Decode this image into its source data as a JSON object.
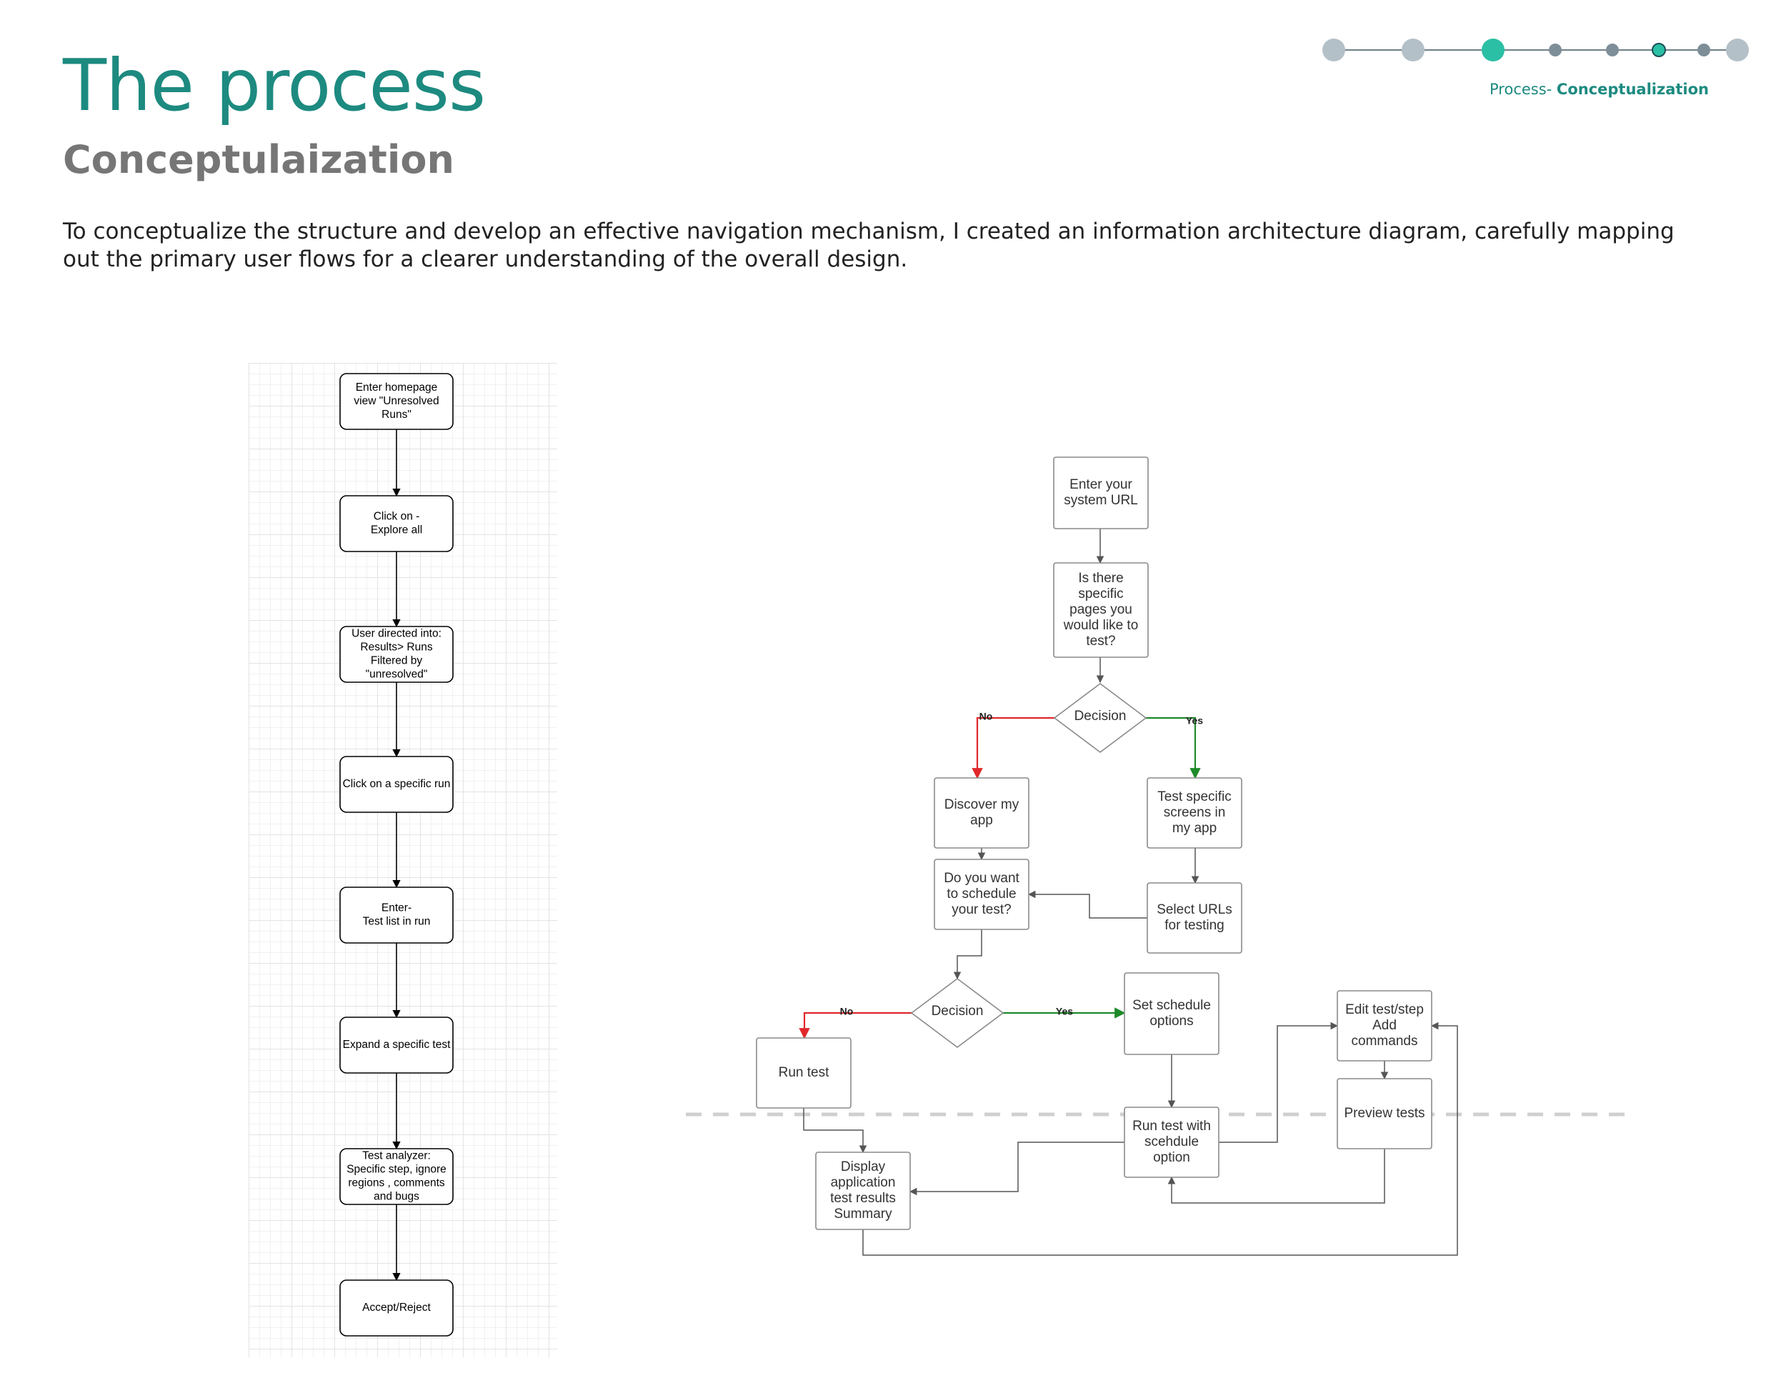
{
  "header": {
    "title": "The process",
    "subtitle": "Conceptulaization",
    "intro": "To conceptualize the structure and develop an effective navigation mechanism, I created an information architecture diagram, carefully mapping out the primary user flows for a clearer understanding of the overall design."
  },
  "progress": {
    "breadcrumb_prefix": "Process- ",
    "breadcrumb_current": "Conceptualization",
    "step_count": 8,
    "current_step": 3,
    "accent_color": "#2bbfa5",
    "inactive_color": "#b4c0c8"
  },
  "left_flow": {
    "nodes": [
      [
        "Enter homepage",
        "view \"Unresolved",
        "Runs\""
      ],
      [
        "Click on -",
        "Explore all"
      ],
      [
        "User directed into:",
        "Results> Runs",
        "Filtered by",
        "\"unresolved\""
      ],
      [
        "Click on a specific run"
      ],
      [
        "Enter-",
        "Test list in run"
      ],
      [
        "Expand a specific test"
      ],
      [
        "Test analyzer:",
        "Specific step, ignore",
        "regions , comments",
        "and bugs"
      ],
      [
        "Accept/Reject"
      ]
    ]
  },
  "right_flow": {
    "nodes": {
      "enter_url": [
        "Enter your",
        "system URL"
      ],
      "specific_pages": [
        "Is there",
        "specific",
        "pages you",
        "would like to",
        "test?"
      ],
      "decision1": [
        "Decision"
      ],
      "discover": [
        "Discover my",
        "app"
      ],
      "test_specific": [
        "Test specific",
        "screens in",
        "my app"
      ],
      "schedule_q": [
        "Do you want",
        "to schedule",
        "your test?"
      ],
      "select_urls": [
        "Select URLs",
        "for testing"
      ],
      "decision2": [
        "Decision"
      ],
      "set_schedule": [
        "Set schedule",
        "options"
      ],
      "edit": [
        "Edit  test/step",
        "Add",
        "commands"
      ],
      "run_test": [
        "Run test"
      ],
      "preview": [
        "Preview tests"
      ],
      "run_schedule": [
        "Run test with",
        "scehdule",
        "option"
      ],
      "display": [
        "Display",
        "application",
        "test results",
        "Summary"
      ]
    },
    "labels": {
      "no": "No",
      "yes": "Yes"
    },
    "colors": {
      "no": "#e0282a",
      "yes": "#1e8a2a",
      "edge": "#555555"
    }
  }
}
